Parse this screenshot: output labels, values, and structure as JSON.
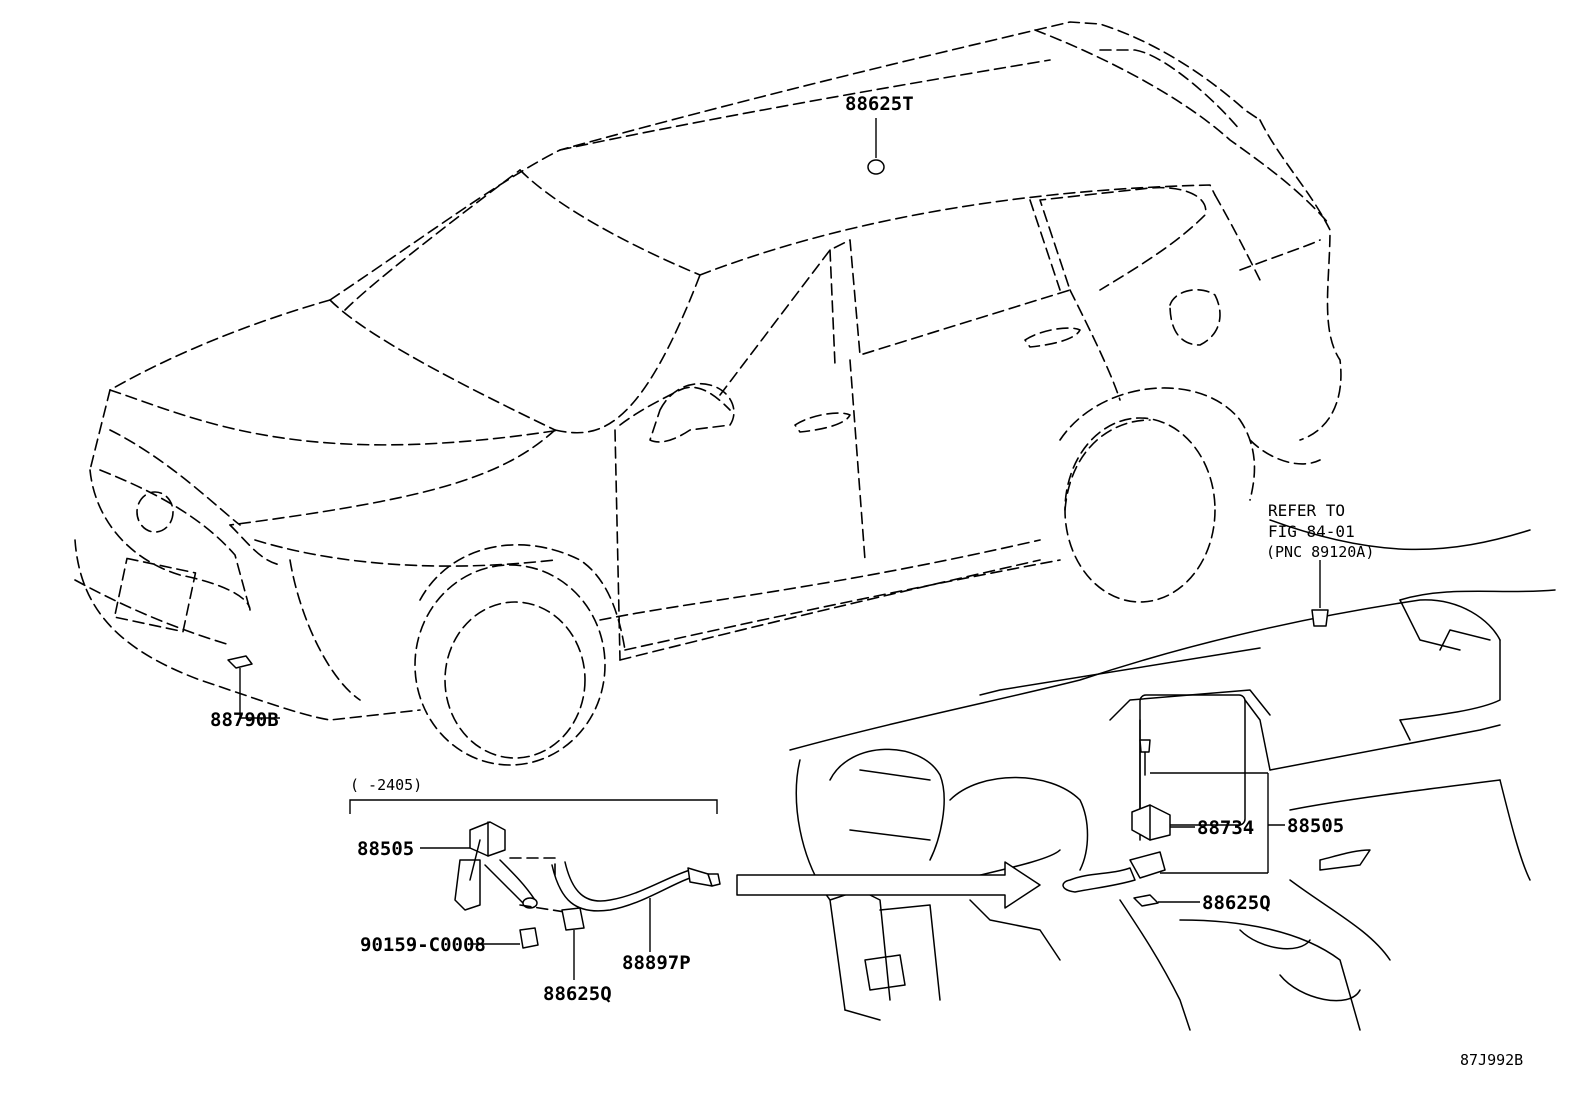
{
  "labels": {
    "top_antenna": "88625T",
    "front_sensor": "88790B",
    "refer_line1": "REFER TO",
    "refer_line2": "FIG 84-01",
    "refer_line3": "(PNC 89120A)",
    "date_range": "(      -2405)",
    "left_88505": "88505",
    "left_bolt": "90159-C0008",
    "left_88625q": "88625Q",
    "left_hose": "88897P",
    "right_88734": "88734",
    "right_88505": "88505",
    "right_88625q": "88625Q",
    "figure_code": "87J992B"
  }
}
